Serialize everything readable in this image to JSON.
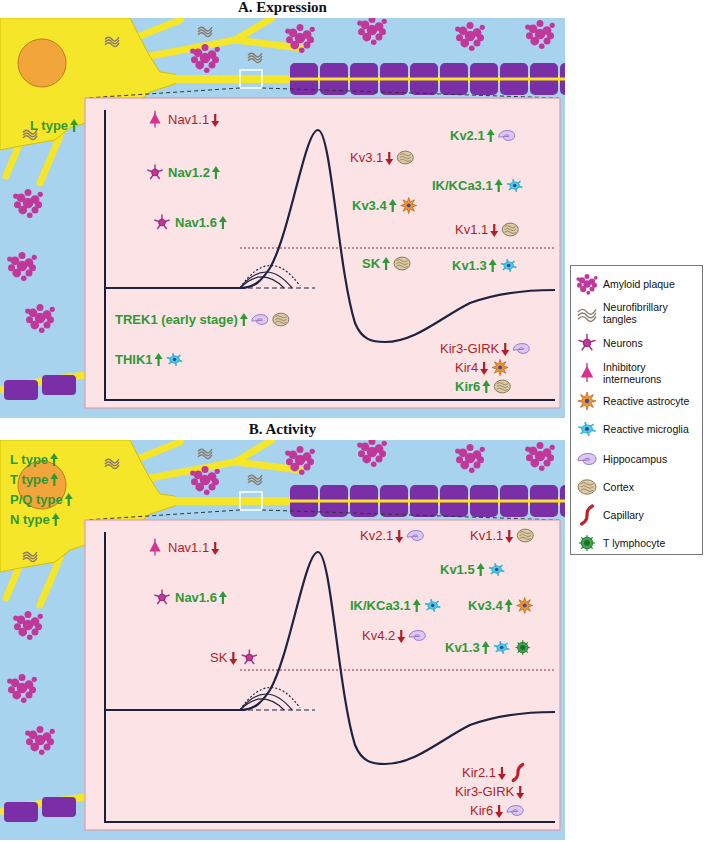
{
  "diagram": {
    "nodes": [
      {
        "text": [
          "A. Expression"
        ]
      },
      {
        "text": [
          "B. Activity"
        ]
      }
    ],
    "labels": [
      "L type",
      "Nav1.1",
      "Nav1.2",
      "Nav1.6",
      "Kv3.1",
      "Kv2.1",
      "Kv3.4",
      "IK/KCa3.1",
      "Kv1.1",
      "SK",
      "Kv1.3",
      "TREK1 (early stage)",
      "THIK1",
      "Kir3-GIRK",
      "Kir4",
      "Kir6",
      "L type",
      "T type",
      "P/Q type",
      "N type",
      "Nav1.1",
      "Kv2.1",
      "Kv1.1",
      "Kv1.5",
      "IK/KCa3.1",
      "Kv3.4",
      "Nav1.6",
      "Kv4.2",
      "SK",
      "Kv1.3",
      "Kir2.1",
      "Kir3-GIRK",
      "Kir6"
    ],
    "legend": [
      {
        "text": "Amyloid plaque"
      },
      {
        "text": "Neurofibrillary tangles"
      },
      {
        "text": "Neurons"
      },
      {
        "text": "Inhibitory interneurons"
      },
      {
        "text": "Reactive astrocyte"
      },
      {
        "text": "Reactive microglia"
      },
      {
        "text": "Hippocampus"
      },
      {
        "text": "Cortex"
      },
      {
        "text": "Capillary"
      },
      {
        "text": "T lymphocyte"
      }
    ]
  }
}
